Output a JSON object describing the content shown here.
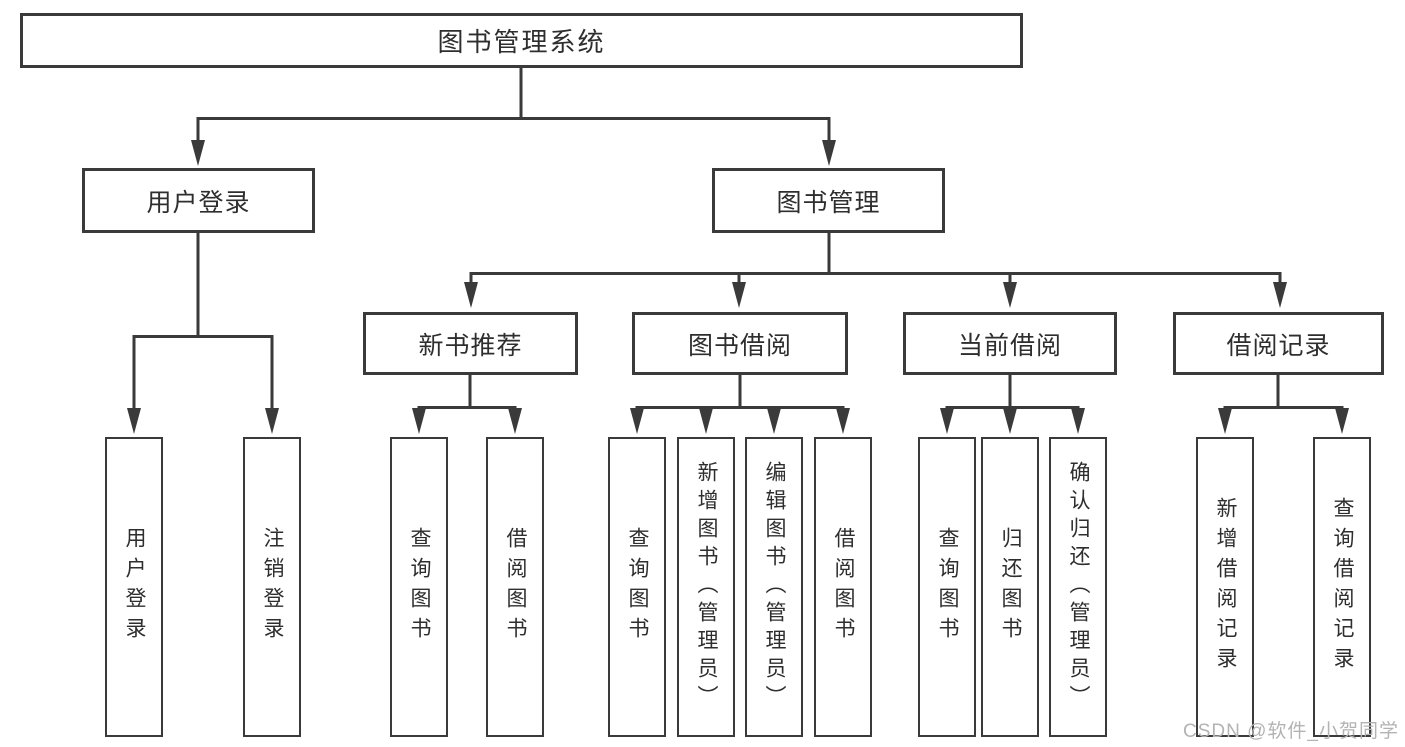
{
  "watermark": "CSDN @软件_小贺同学",
  "colors": {
    "line": "#3a3a3a",
    "box_border": "#3a3a3a",
    "box_background": "#ffffff",
    "text": "#2e2e2e",
    "watermark_text": "#b3b3b3"
  },
  "tree": {
    "root": {
      "label": "图书管理系统"
    },
    "branches": [
      {
        "label": "用户登录",
        "children": [
          {
            "label": "用户登录"
          },
          {
            "label": "注销登录"
          }
        ]
      },
      {
        "label": "图书管理",
        "children": [
          {
            "label": "新书推荐",
            "children": [
              {
                "label": "查询图书"
              },
              {
                "label": "借阅图书"
              }
            ]
          },
          {
            "label": "图书借阅",
            "children": [
              {
                "label": "查询图书"
              },
              {
                "label": "新增图书（管理员）"
              },
              {
                "label": "编辑图书（管理员）"
              },
              {
                "label": "借阅图书"
              }
            ]
          },
          {
            "label": "当前借阅",
            "children": [
              {
                "label": "查询图书"
              },
              {
                "label": "归还图书"
              },
              {
                "label": "确认归还（管理员）"
              }
            ]
          },
          {
            "label": "借阅记录",
            "children": [
              {
                "label": "新增借阅记录"
              },
              {
                "label": "查询借阅记录"
              }
            ]
          }
        ]
      }
    ]
  }
}
